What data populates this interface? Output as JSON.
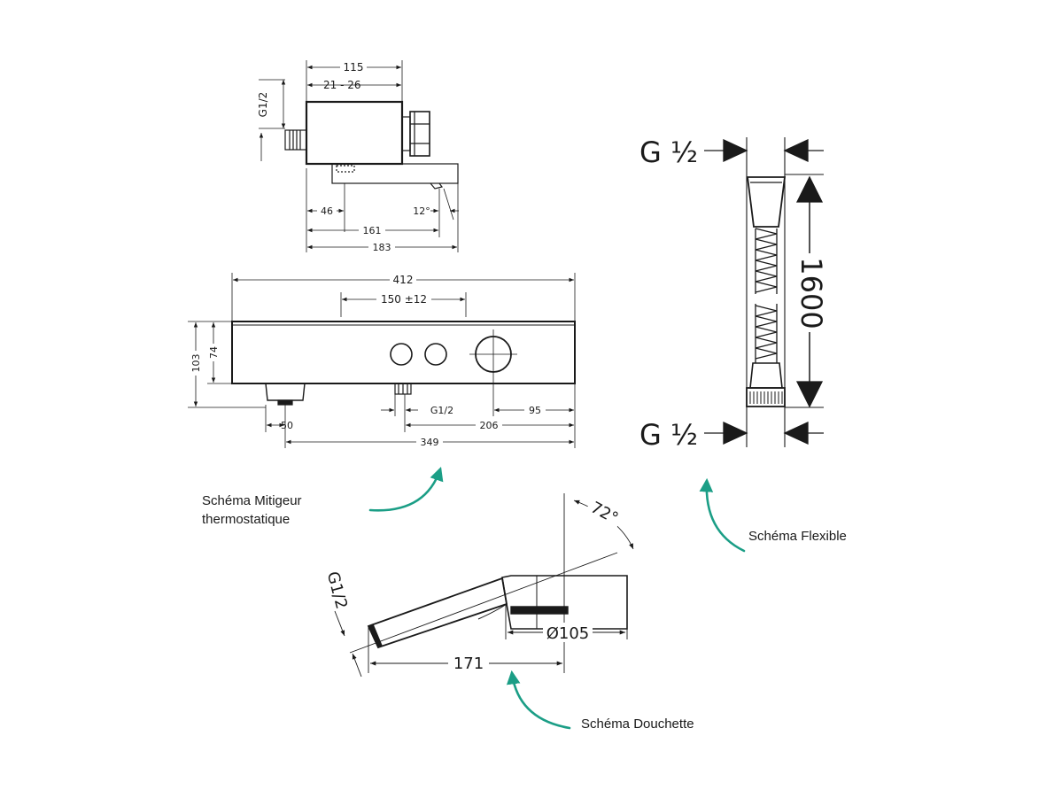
{
  "colors": {
    "line": "#1a1a1a",
    "accent": "#1b9e86"
  },
  "top_view": {
    "w_115": "115",
    "w_21_26": "21 - 26",
    "thread": "G1/2",
    "d_46": "46",
    "angle": "12°",
    "d_161": "161",
    "d_183": "183"
  },
  "front_view": {
    "w_412": "412",
    "d_150": "150 ±12",
    "h_103": "103",
    "h_74": "74",
    "thread": "G1/2",
    "d_95": "95",
    "d_50": "50",
    "d_206": "206",
    "d_349": "349"
  },
  "hose": {
    "top_thread": "G ½",
    "bottom_thread": "G ½",
    "length": "1600"
  },
  "handshower": {
    "angle": "72°",
    "thread": "G1/2",
    "diameter": "Ø105",
    "length": "171"
  },
  "captions": {
    "mixer_line1": "Schéma Mitigeur",
    "mixer_line2": "thermostatique",
    "hose": "Schéma Flexible",
    "handshower": "Schéma Douchette"
  }
}
